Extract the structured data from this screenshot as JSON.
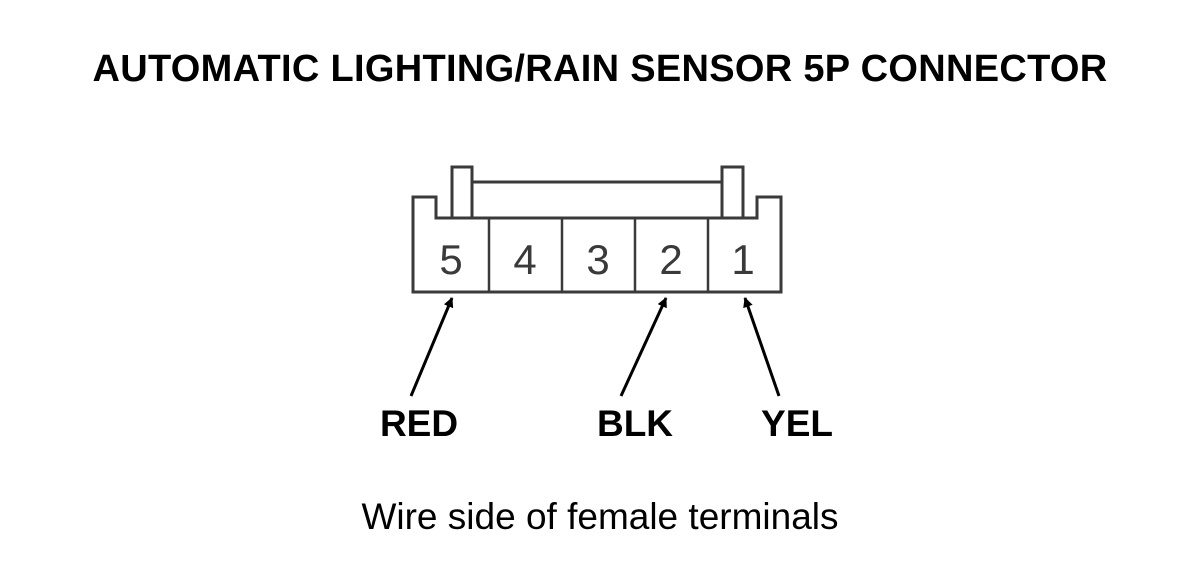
{
  "title": "AUTOMATIC LIGHTING/RAIN SENSOR 5P CONNECTOR",
  "connector": {
    "terminals": [
      "5",
      "4",
      "3",
      "2",
      "1"
    ]
  },
  "wires": [
    {
      "terminal": "5",
      "color": "RED"
    },
    {
      "terminal": "2",
      "color": "BLK"
    },
    {
      "terminal": "1",
      "color": "YEL"
    }
  ],
  "caption": "Wire side of female terminals"
}
